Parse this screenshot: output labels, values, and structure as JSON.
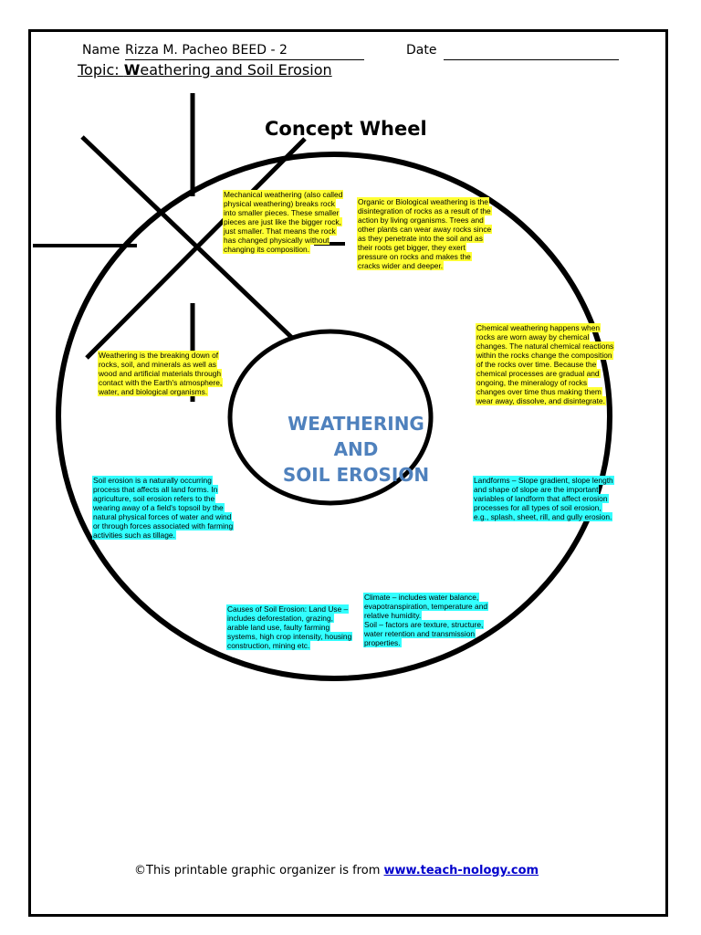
{
  "header": {
    "name_label": "Name",
    "name_value": "Rizza M. Pacheo BEED - 2",
    "date_label": "Date",
    "topic_prefix": "Topic: ",
    "topic_w": "W",
    "topic_rest": "eathering and Soil Erosion"
  },
  "title": "Concept Wheel",
  "center": {
    "line1": "WEATHERING",
    "line2": "AND",
    "line3": "SOIL EROSION",
    "color": "#4f81bd"
  },
  "notes": {
    "mechanical": "Mechanical weathering (also called physical weathering) breaks rock into smaller pieces. These smaller pieces are just like the bigger rock, just smaller. That means the rock has changed physically without changing its composition.",
    "biological": "Organic or Biological weathering is the disintegration of rocks as a result of the action by living organisms. Trees and other plants can wear away rocks since as they penetrate into the soil and as their roots get bigger, they exert pressure on rocks and makes the cracks wider and deeper.",
    "chemical": "Chemical weathering happens when rocks are worn away by chemical changes. The natural chemical reactions within the rocks change the composition of the rocks over time. Because the chemical processes are gradual and ongoing, the mineralogy of rocks changes over time thus making them wear away, dissolve, and disintegrate.",
    "weathering": "Weathering is the breaking down of rocks, soil, and minerals as well as wood and artificial materials through contact with the Earth's atmosphere, water, and biological organisms.",
    "erosion": "Soil erosion is a naturally occurring process that affects all land forms. In agriculture, soil erosion refers to the wearing away of a field's topsoil by the natural physical forces of water and wind or through forces associated with farming activities such as tillage.",
    "landforms": "Landforms – Slope gradient, slope length and shape of slope are the important variables of landform that affect erosion processes for all types of soil erosion, e.g., splash, sheet, rill, and gully erosion.",
    "causes": "Causes of Soil Erosion: Land Use – includes deforestation, grazing, arable land use, faulty farming systems, high crop intensity, housing construction, mining etc.",
    "climate_line": "Climate – includes water balance, evapotranspiration, temperature and relative humidity.",
    "soil_line": "Soil – factors are texture, structure, water retention and transmission properties."
  },
  "footer": {
    "text": "©This printable graphic organizer is from ",
    "link": "www.teach-nology.com"
  },
  "colors": {
    "highlight_yellow": "#ffff33",
    "highlight_cyan": "#33ffff",
    "link": "#0000cc"
  }
}
